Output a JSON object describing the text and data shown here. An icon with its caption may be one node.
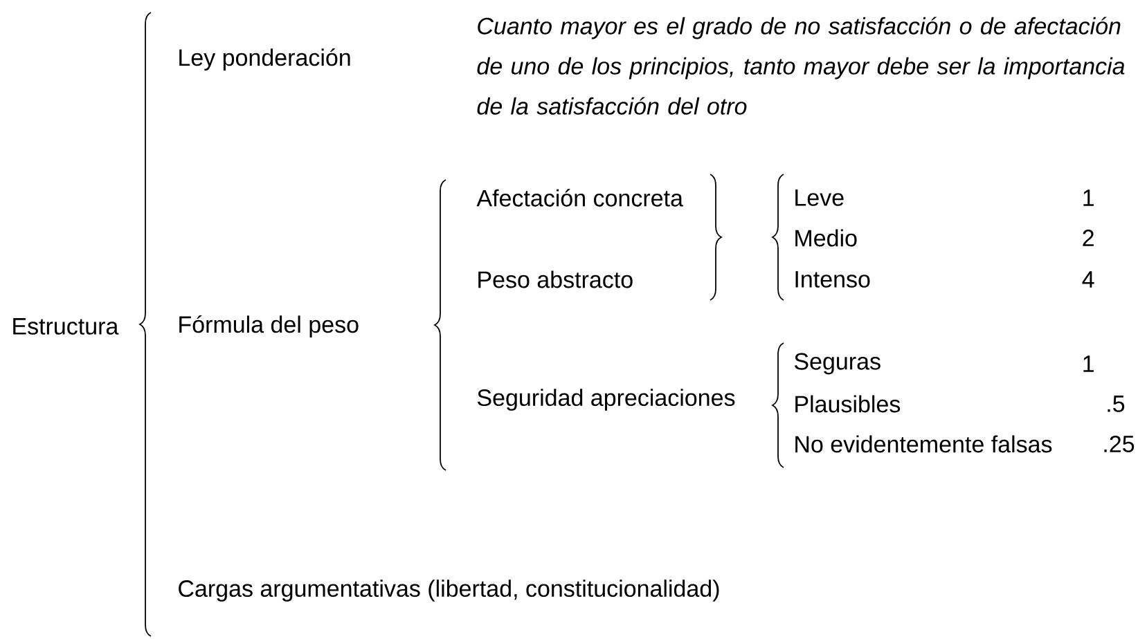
{
  "diagram": {
    "nodes": [
      {
        "text": [
          "Estructura"
        ]
      },
      {
        "text": [
          "Ley ponderación"
        ]
      },
      {
        "text": [
          "Fórmula del peso"
        ]
      },
      {
        "text": [
          "Afectación concreta"
        ]
      },
      {
        "text": [
          "Peso abstracto"
        ]
      },
      {
        "text": [
          "Seguridad apreciaciones"
        ]
      },
      {
        "text": [
          "Leve"
        ]
      },
      {
        "text": [
          "Medio"
        ]
      },
      {
        "text": [
          "Intenso"
        ]
      },
      {
        "text": [
          "Seguras"
        ]
      },
      {
        "text": [
          "Plausibles"
        ]
      },
      {
        "text": [
          "No evidentemente falsas"
        ]
      },
      {
        "text": [
          "Cargas argumentativas (libertad, constitucionalidad)"
        ]
      }
    ],
    "labels": [
      "Cuanto mayor es el grado de no satisfacción o de afectación de uno de los principios, tanto mayor debe ser la importancia de la satisfacción del otro",
      "1",
      "2",
      "4",
      "1",
      ".5",
      ".25"
    ]
  }
}
